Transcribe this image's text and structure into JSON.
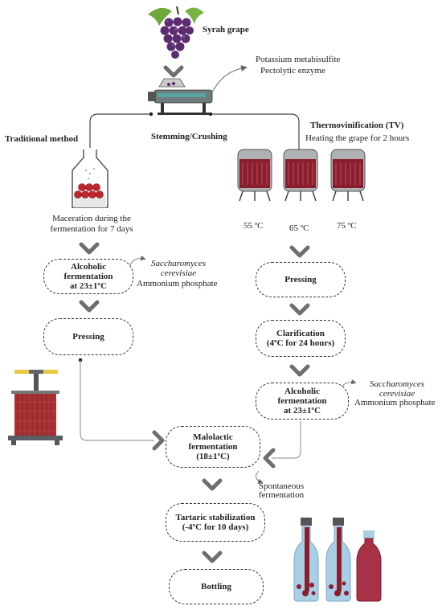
{
  "top": {
    "grape_label": "Syrah grape",
    "additives": [
      "Potassium metabisulfite",
      "Pectolytic enzyme"
    ],
    "crusher_label": "Stemming/Crushing"
  },
  "left_branch": {
    "title": "Traditional method",
    "maceration": [
      "Maceration during the",
      "fermentation for 7 days"
    ],
    "alcoholic": [
      "Alcoholic",
      "fermentation",
      "at 23±1ºC"
    ],
    "yeast": [
      "Saccharomyces",
      "cerevisiae"
    ],
    "nutrient": "Ammonium phosphate",
    "pressing": "Pressing"
  },
  "right_branch": {
    "title": "Thermovinification  (TV)",
    "heating": "Heating the grape for 2 hours",
    "temps": [
      "55 ºC",
      "65 ºC",
      "75 ºC"
    ],
    "pressing": "Pressing",
    "clarification": [
      "Clarification",
      "(4ºC for 24 hours)"
    ],
    "alcoholic": [
      "Alcoholic",
      "fermentation",
      "at 23±1ºC"
    ],
    "yeast": [
      "Saccharomyces",
      "cerevisiae"
    ],
    "nutrient": "Ammonium phosphate"
  },
  "common": {
    "malolactic": [
      "Malolactic",
      "fermentation",
      "(18±1ºC)"
    ],
    "spontaneous": [
      "Spontaneous",
      "fermentation"
    ],
    "tartaric": [
      "Tartaric stabilization",
      "(-4ºC for 10 days)"
    ],
    "bottling": "Bottling"
  },
  "colors": {
    "wine": "#8b1e2e",
    "grape": "#5b2c6f",
    "leaf": "#6fa83a",
    "arrow": "#6e6e6e",
    "steel": "#9aa0a6",
    "glass": "#a8cfe6"
  }
}
